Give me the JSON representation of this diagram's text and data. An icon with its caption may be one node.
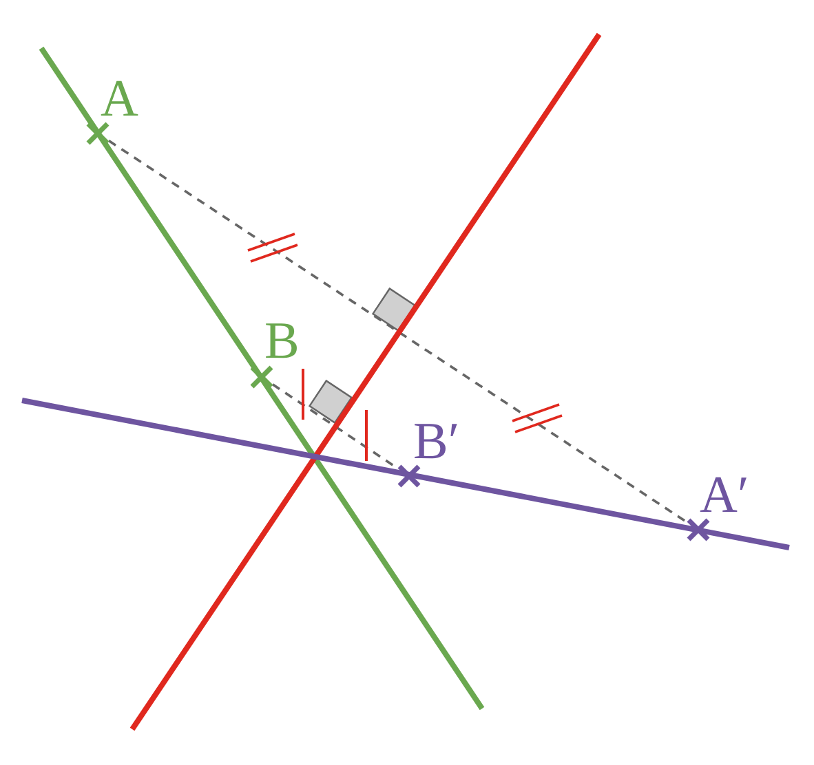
{
  "diagram": {
    "nodes": [
      {
        "text": [],
        "shape": "cross"
      },
      {
        "text": [],
        "shape": "cross"
      },
      {
        "text": [],
        "shape": "cross"
      },
      {
        "text": [],
        "shape": "cross"
      }
    ],
    "edges": [
      {
        "from": 0,
        "to": 3,
        "arrow": "none",
        "style": "dashed"
      },
      {
        "from": 1,
        "to": 2,
        "arrow": "none",
        "style": "dashed"
      }
    ],
    "labels": [
      "A",
      "B",
      "B′",
      "A′"
    ]
  }
}
